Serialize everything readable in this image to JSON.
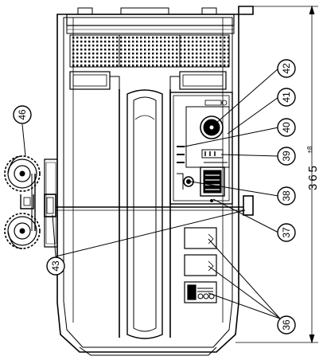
{
  "callouts": [
    {
      "id": "c42",
      "label": "42"
    },
    {
      "id": "c41",
      "label": "41"
    },
    {
      "id": "c40",
      "label": "40"
    },
    {
      "id": "c39",
      "label": "39"
    },
    {
      "id": "c38",
      "label": "38"
    },
    {
      "id": "c37",
      "label": "37"
    },
    {
      "id": "c36",
      "label": "36"
    },
    {
      "id": "c43",
      "label": "43"
    },
    {
      "id": "c46",
      "label": "46"
    }
  ],
  "dimension": {
    "value": "365",
    "tolerance": "±8"
  },
  "colors": {
    "line": "#000000",
    "background": "#ffffff"
  }
}
